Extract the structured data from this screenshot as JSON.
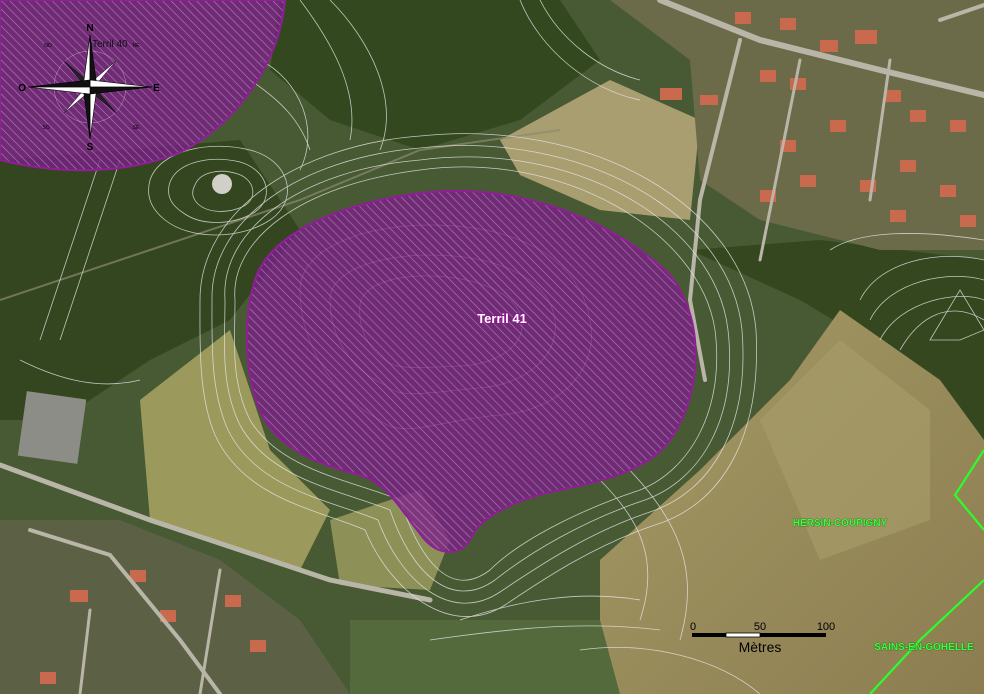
{
  "map": {
    "terril_labels": {
      "main": "Terril 41",
      "corner": "Terril 40"
    },
    "commune_labels": {
      "upper": "HERSIN-COUPIGNY",
      "lower": "SAINS-EN-GOHELLE"
    },
    "scale_bar": {
      "ticks": [
        "0",
        "50",
        "100"
      ],
      "unit": "Mètres"
    },
    "compass": {
      "north": "N",
      "south": "S",
      "east": "E",
      "west": "O",
      "northwest": "NO",
      "northeast": "NE",
      "southwest": "SO",
      "southeast": "SE"
    },
    "colors": {
      "terril_fill": "#7a1d86",
      "terril_hatch": "#b77cc4",
      "commune_boundary": "#2aff2a",
      "contour": "#e6e6e6"
    }
  }
}
